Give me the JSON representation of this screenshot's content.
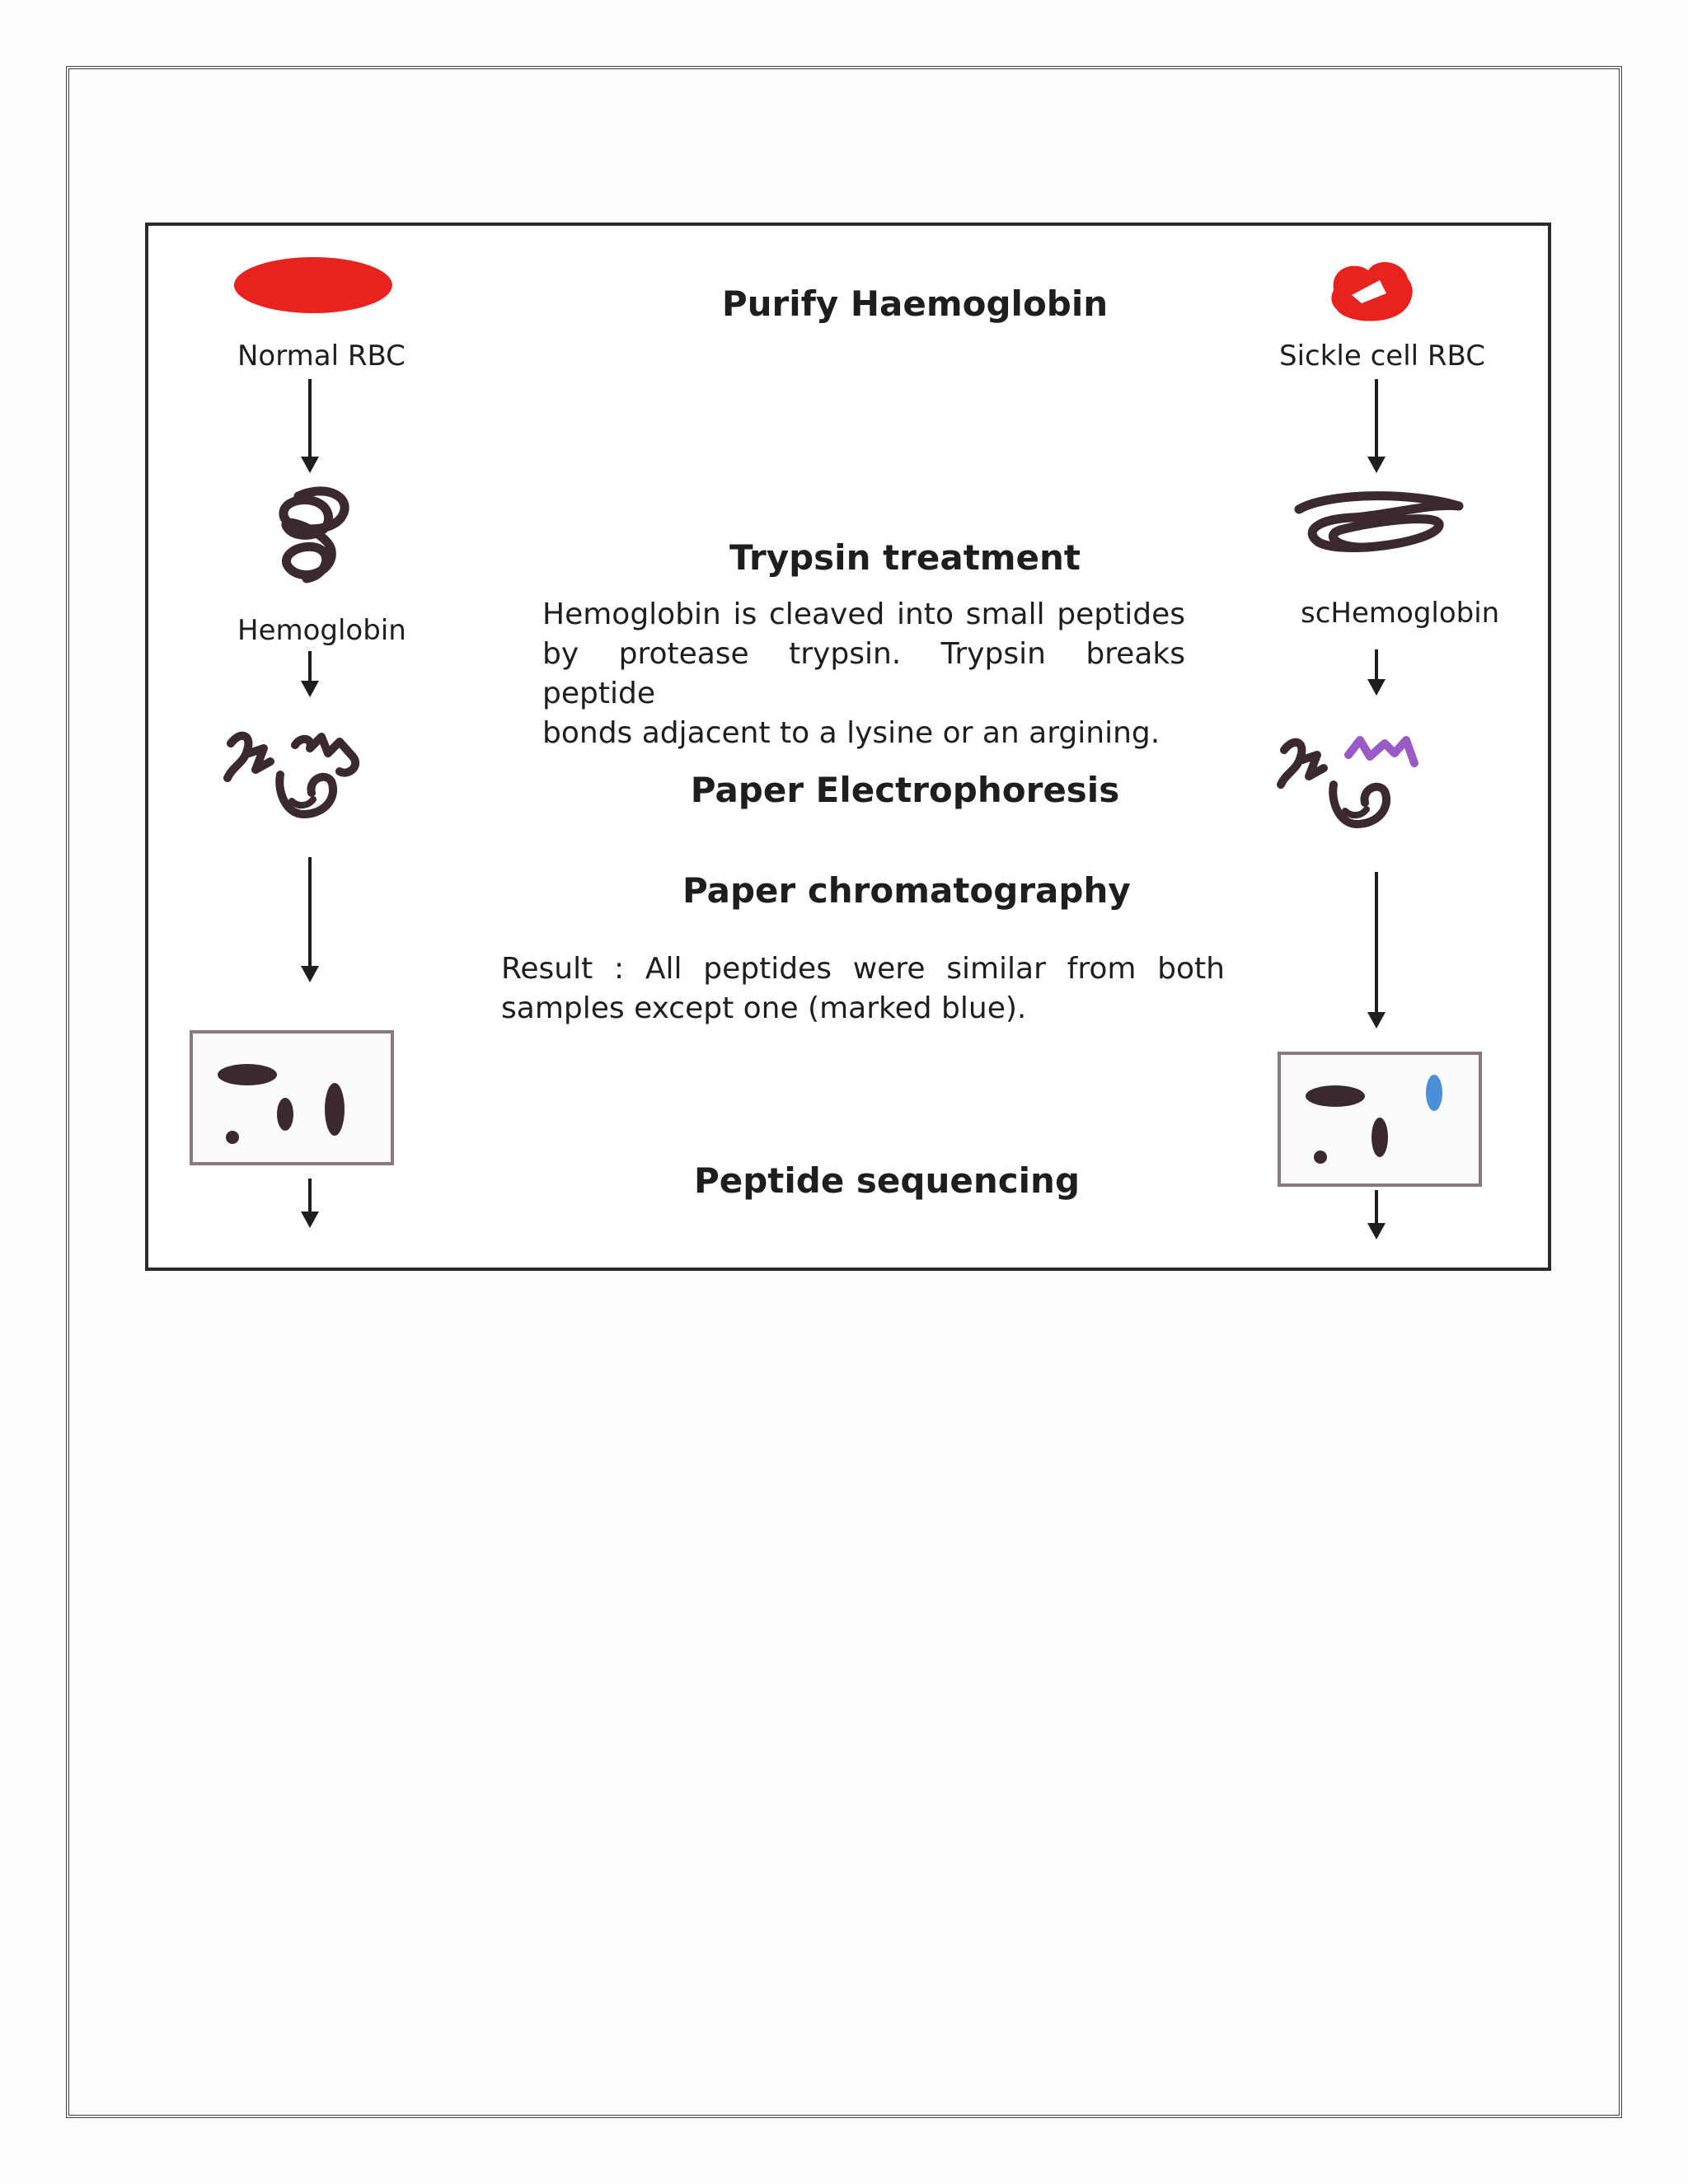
{
  "left_column": {
    "normal_rbc_label": "Normal RBC",
    "hemoglobin_label": "Hemoglobin"
  },
  "right_column": {
    "sickle_rbc_label": "Sickle cell RBC",
    "sc_hemoglobin_label": "scHemoglobin"
  },
  "steps": {
    "purify": "Purify Haemoglobin",
    "trypsin_title": "Trypsin treatment",
    "trypsin_desc_lines": [
      "Hemoglobin is cleaved into small peptides",
      "by protease trypsin. Trypsin breaks peptide",
      "bonds adjacent to a lysine or an argining."
    ],
    "electrophoresis": "Paper Electrophoresis",
    "chromatography": "Paper chromatography",
    "result_lines": [
      "Result : All peptides were similar from both",
      "samples except one (marked blue)."
    ],
    "sequencing": "Peptide sequencing"
  },
  "colors": {
    "rbc_red": "#e8231f",
    "ink": "#3a2a2e",
    "mutant_purple": "#9a5cc4",
    "mutant_blue": "#4a90d9"
  }
}
